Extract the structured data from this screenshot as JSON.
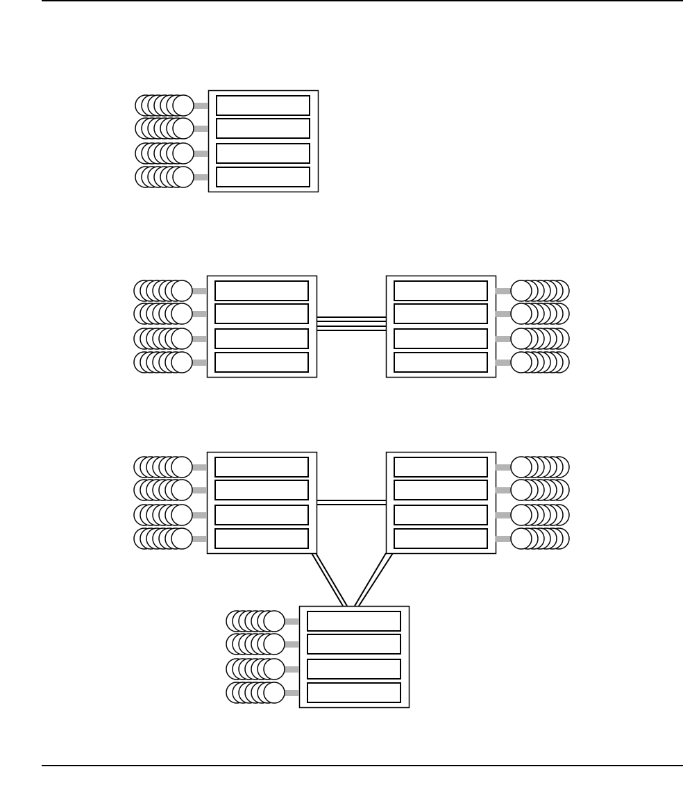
{
  "colors": {
    "line": "#000000",
    "connector": "#b4b4b4",
    "background": "#ffffff"
  },
  "diagrams": [
    {
      "nodes": [
        {
          "id": "A",
          "slots": 4,
          "disks_per_slot": 7,
          "disk_side": "left"
        }
      ],
      "links": []
    },
    {
      "nodes": [
        {
          "id": "A",
          "slots": 4,
          "disks_per_slot": 7,
          "disk_side": "left"
        },
        {
          "id": "B",
          "slots": 4,
          "disks_per_slot": 7,
          "disk_side": "right"
        }
      ],
      "links": [
        {
          "from": "A",
          "to": "B",
          "lines": 4
        }
      ]
    },
    {
      "nodes": [
        {
          "id": "A",
          "slots": 4,
          "disks_per_slot": 7,
          "disk_side": "left"
        },
        {
          "id": "B",
          "slots": 4,
          "disks_per_slot": 7,
          "disk_side": "right"
        },
        {
          "id": "C",
          "slots": 4,
          "disks_per_slot": 7,
          "disk_side": "left"
        }
      ],
      "links": [
        {
          "from": "A",
          "to": "B",
          "lines": 2
        },
        {
          "from": "A",
          "to": "C",
          "lines": 2
        },
        {
          "from": "B",
          "to": "C",
          "lines": 2
        }
      ]
    }
  ]
}
